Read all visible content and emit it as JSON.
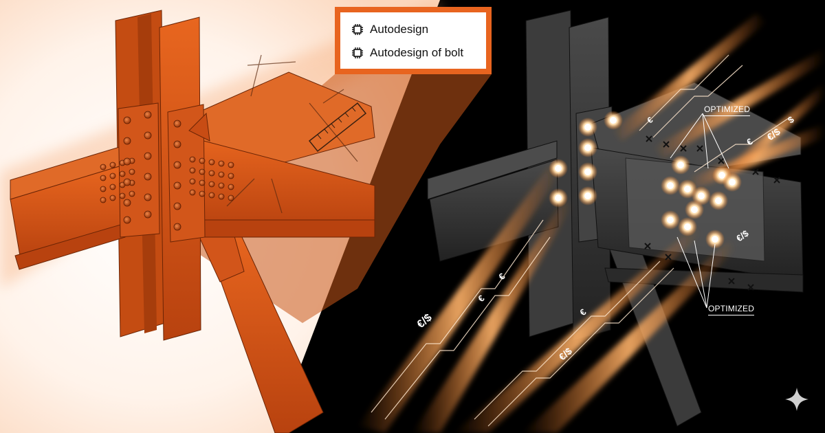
{
  "legend": {
    "items": [
      {
        "label": "Autodesign",
        "icon": "chip-icon"
      },
      {
        "label": "Autodesign of bolt",
        "icon": "chip-icon"
      }
    ]
  },
  "annotations": {
    "optimized_top": "OPTIMIZED",
    "optimized_bottom": "OPTIMIZED",
    "currency_marks": [
      "€/$",
      "€/$",
      "€/$",
      "€/$",
      "€",
      "€",
      "€",
      "€",
      "€",
      "$"
    ]
  },
  "colors": {
    "accent": "#e8641f",
    "steel_orange": "#d9561a",
    "steel_dark": "#3a3a3a",
    "background_dark": "#000000",
    "background_light": "#fff6ef",
    "glow": "#ffb060"
  },
  "icons": {
    "legend_chip": "chip-icon",
    "sparkle": "sparkle-icon",
    "ruler": "ruler-icon"
  }
}
